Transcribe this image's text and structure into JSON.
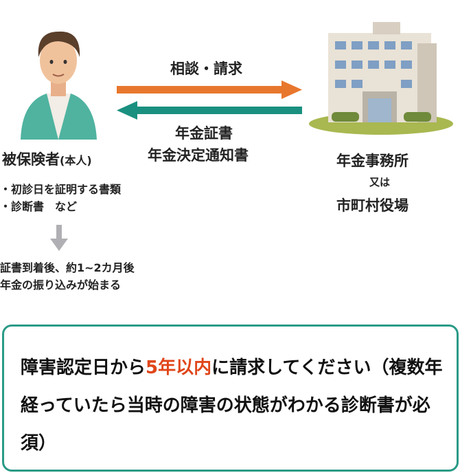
{
  "arrows": {
    "request_label": "相談・請求",
    "reply_label_1": "年金証書",
    "reply_label_2": "年金決定通知書",
    "request_color": "#e8772e",
    "reply_color": "#1a9080"
  },
  "person": {
    "title": "被保険者",
    "title_suffix": "(本人)",
    "items": [
      "・初診日を証明する書類",
      "・診断書　など"
    ],
    "result_1": "証書到着後、約1~2カ月後",
    "result_2": "年金の振り込みが始まる",
    "icon": "person-illustration"
  },
  "office": {
    "line1": "年金事務所",
    "line2": "又は",
    "line3": "市町村役場",
    "icon": "building-illustration"
  },
  "notice": {
    "text_before": "障害認定日から",
    "highlight": "5年以内",
    "text_after": "に請求してください（複数年経っていたら当時の障害の状態がわかる診断書が必須）",
    "highlight_color": "#e0461a",
    "border_color": "#2a9a86"
  }
}
